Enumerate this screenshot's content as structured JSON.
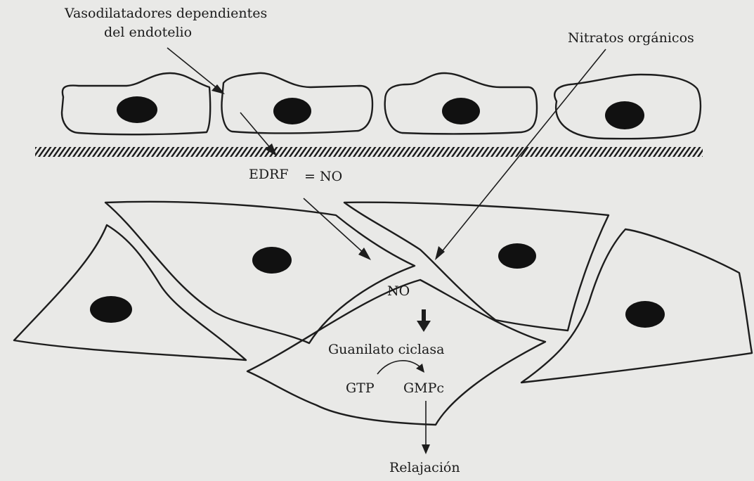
{
  "labels": {
    "vasodilatadores_line1": "Vasodilatadores dependientes",
    "vasodilatadores_line2": "del endotelio",
    "nitratos": "Nitratos orgánicos",
    "edrf": "EDRF",
    "equals_no": "= NO",
    "no_inner": "NO",
    "guanilato": "Guanilato ciclasa",
    "gtp": "GTP",
    "gmpc": "GMPc",
    "relajacion": "Relajación"
  },
  "colors": {
    "ink": "#1d1d1d",
    "background": "#e9e9e7"
  }
}
